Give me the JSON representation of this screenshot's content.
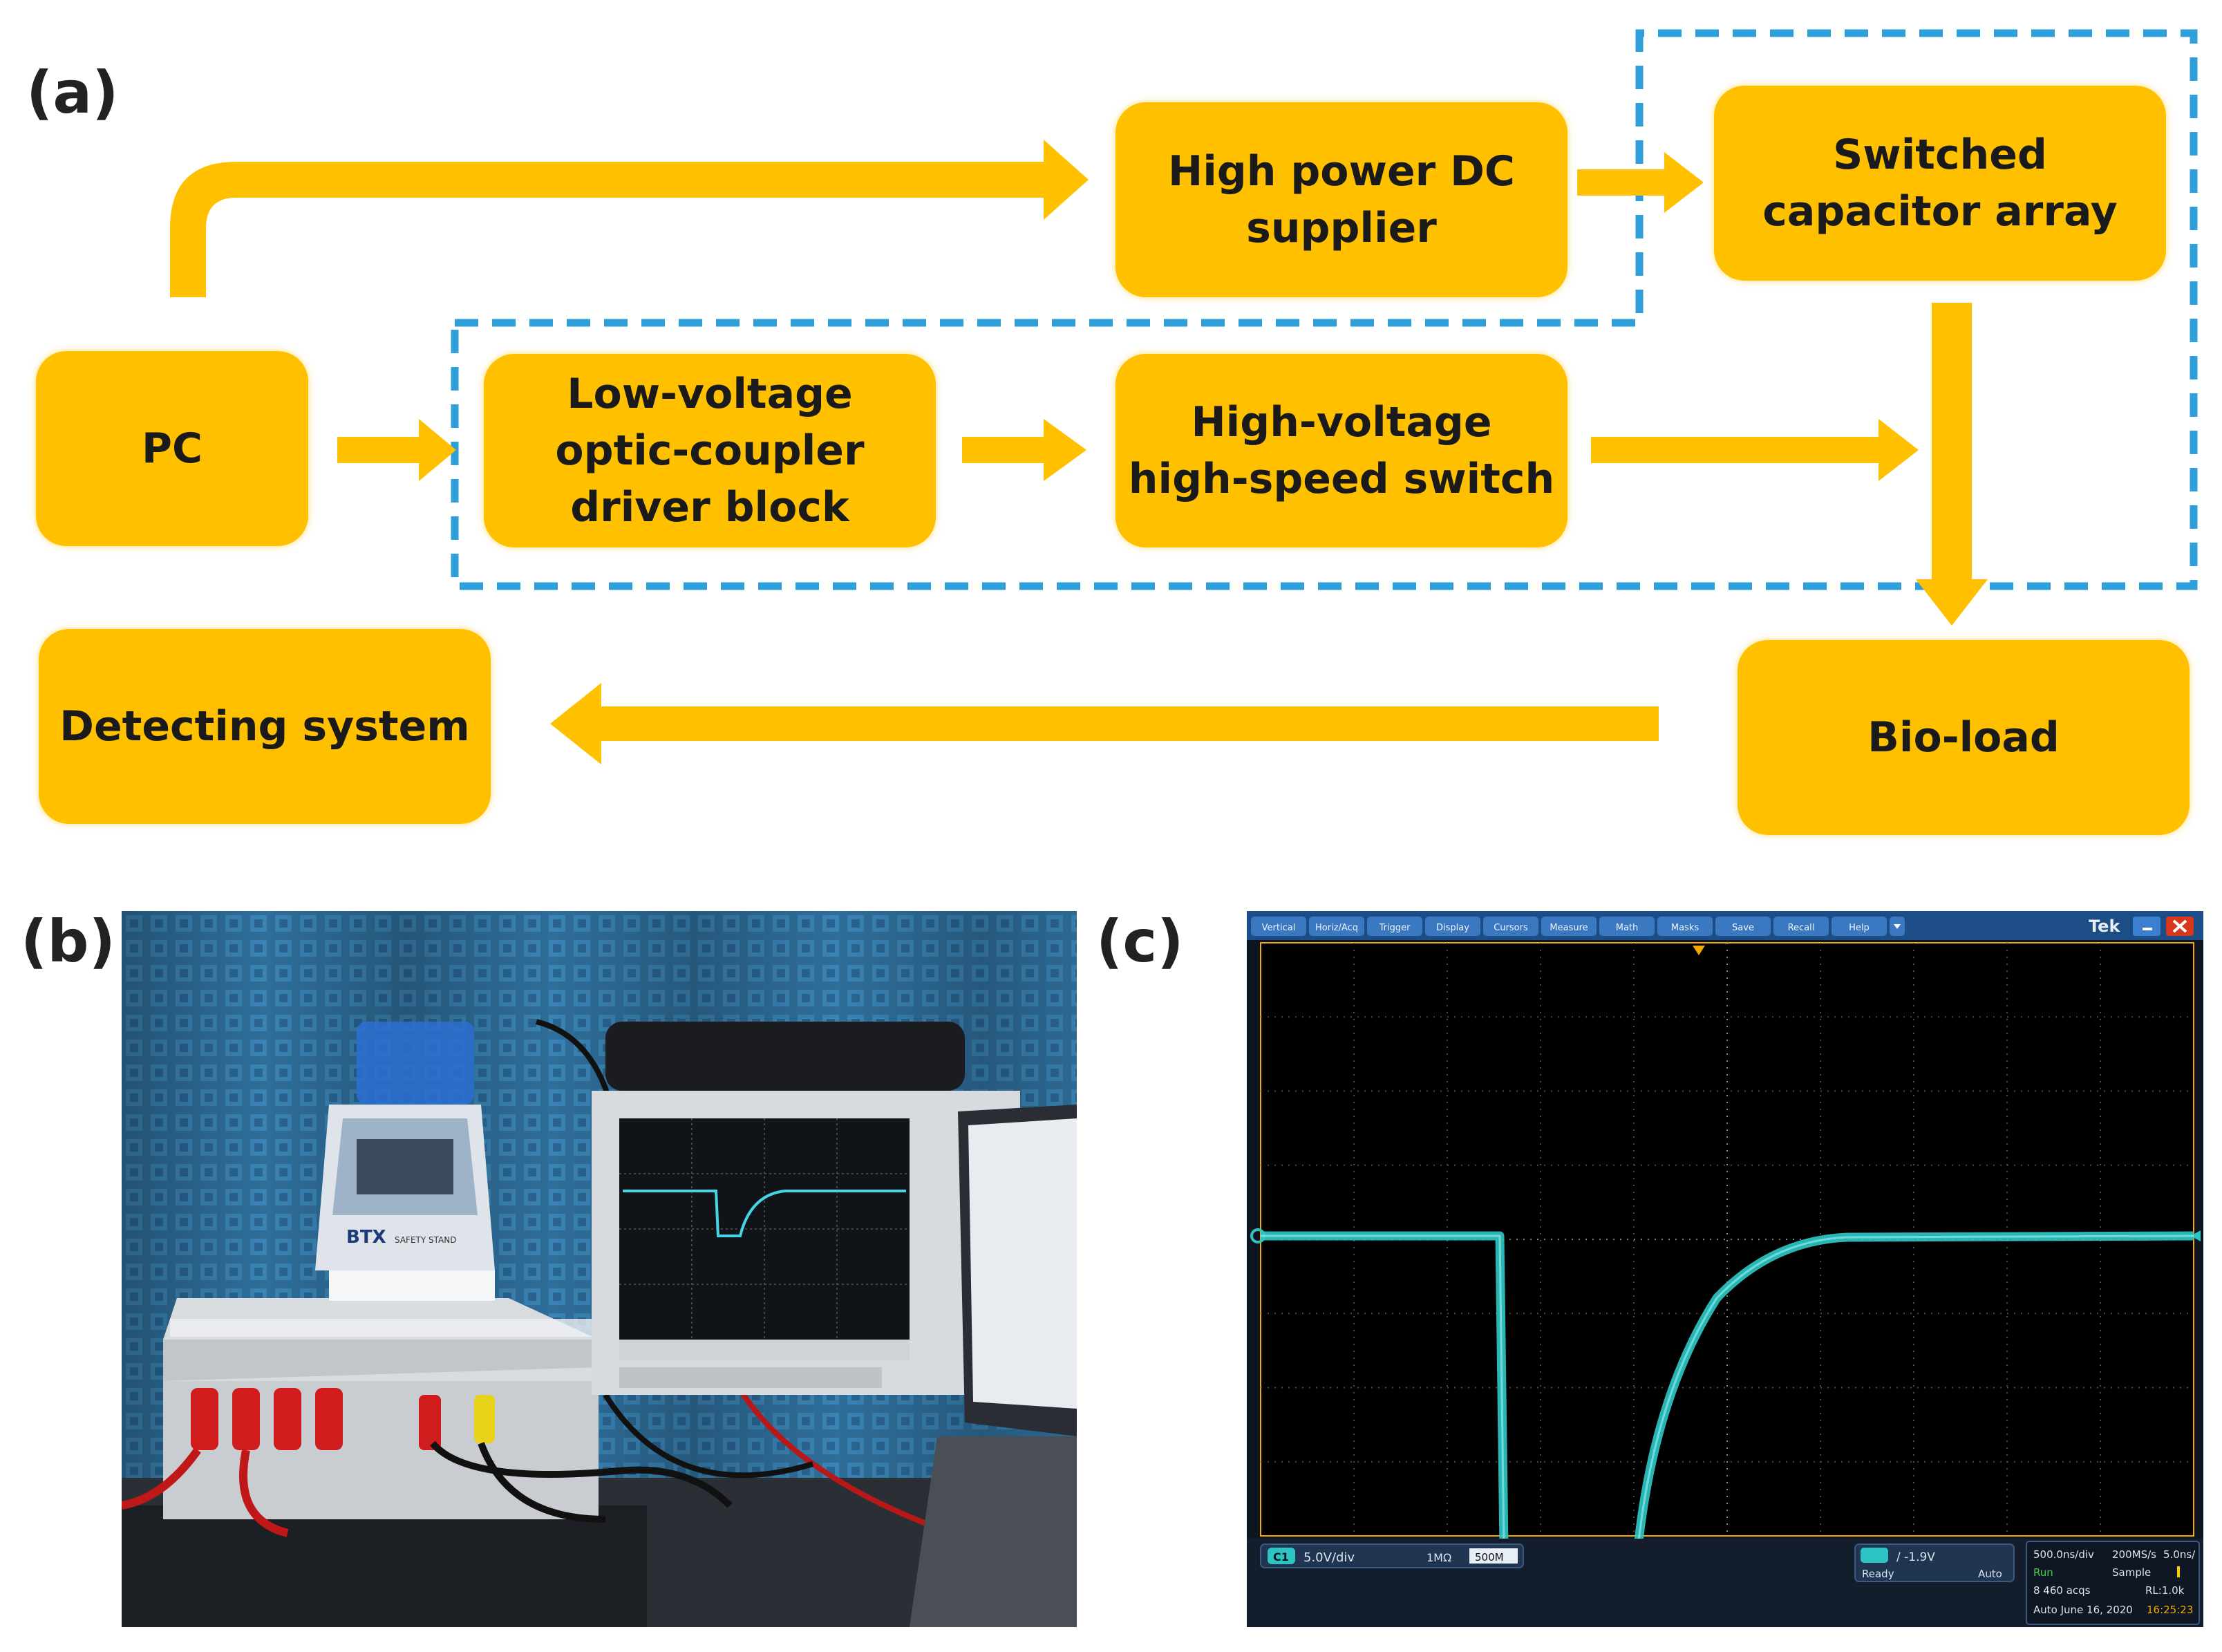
{
  "panels": {
    "a": "(a)",
    "b": "(b)",
    "c": "(c)"
  },
  "blocks": {
    "pc": "PC",
    "optic_driver": "Low-voltage\noptic-coupler\ndriver block",
    "hv_switch": "High-voltage\nhigh-speed switch",
    "dc_supplier": "High power DC\nsupplier",
    "capacitor_array": "Switched\ncapacitor array",
    "bio_load": "Bio-load",
    "detecting_system": "Detecting system"
  },
  "colors": {
    "block_fill": "#FFC000",
    "arrow_fill": "#FFC000",
    "dashed_border": "#2E9FD8",
    "trace": "#2EC4C4",
    "scope_bg": "#000000"
  },
  "oscilloscope": {
    "menu": [
      "Vertical",
      "Horiz/Acq",
      "Trigger",
      "Display",
      "Cursors",
      "Measure",
      "Math",
      "Masks",
      "Save",
      "Recall",
      "Help"
    ],
    "brand": "Tek",
    "channel": "C1",
    "volts_per_div": "5.0V/div",
    "impedance": "1MΩ",
    "bandwidth": "500M",
    "trigger_level": "/ -1.9V",
    "trigger_state": "Ready",
    "trigger_mode": "Auto",
    "time_per_div": "500.0ns/div",
    "sample_rate": "200MS/s",
    "resolution": "5.0ns/",
    "run_state": "Run",
    "acq_mode": "Sample",
    "acqs": "8 460 acqs",
    "record_length": "RL:1.0k",
    "date": "Auto    June 16, 2020",
    "time": "16:25:23"
  },
  "photo_b": {
    "box_brand": "BTX",
    "box_label": "SAFETY STAND"
  }
}
